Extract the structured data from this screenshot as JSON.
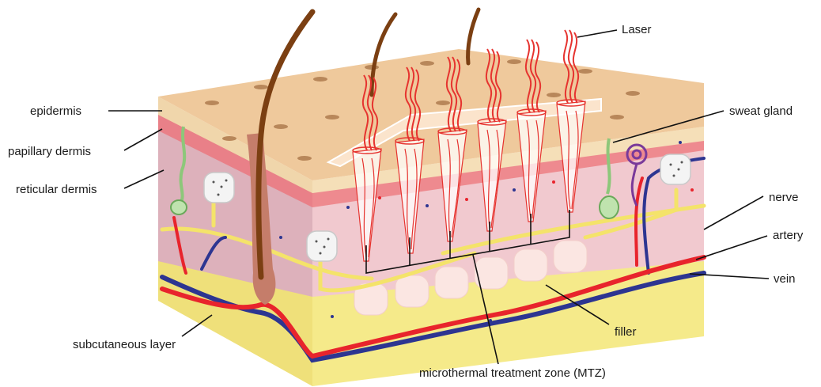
{
  "labels": {
    "epidermis": "epidermis",
    "papillary_dermis": "papillary dermis",
    "reticular_dermis": "reticular dermis",
    "subcutaneous_layer": "subcutaneous layer",
    "laser": "Laser",
    "sweat_gland": "sweat gland",
    "nerve": "nerve",
    "artery": "artery",
    "vein": "vein",
    "filler": "filler",
    "mtz": "microthermal treatment zone (MTZ)"
  },
  "colors": {
    "epidermis_top": "#efc99c",
    "epidermis_edge": "#f5dfb8",
    "papillary_band": "#ee8a8f",
    "reticular_dermis": "#f1c9cf",
    "reticular_dermis_side": "#ddb1bb",
    "subcutaneous_fat": "#f5ea8a",
    "nerve": "#f4e36a",
    "artery": "#e8242c",
    "vein": "#2d3591",
    "sweat_gland": "#8dc77a",
    "laser": "#e6332f",
    "hair": "#7b3f12",
    "filler": "#fbe6e2"
  }
}
